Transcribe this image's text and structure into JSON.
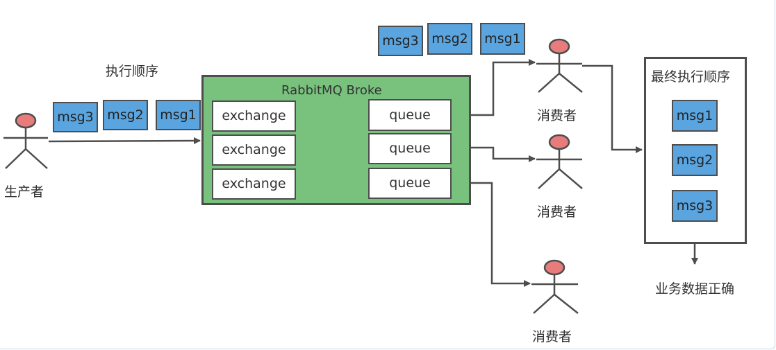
{
  "top_label": "执行顺序",
  "producer": {
    "label": "生产者"
  },
  "producer_msgs": [
    "msg3",
    "msg2",
    "msg1"
  ],
  "top_msgs": [
    "msg3",
    "msg2",
    "msg1"
  ],
  "broker": {
    "title": "RabbitMQ Broke",
    "exchange_label": "exchange",
    "queue_label": "queue"
  },
  "consumers": [
    "消费者",
    "消费者",
    "消费者"
  ],
  "final_box": {
    "title": "最终执行顺序",
    "msgs": [
      "msg1",
      "msg2",
      "msg3"
    ]
  },
  "result_label": "业务数据正确",
  "colors": {
    "msg": "#5aa5e0",
    "broker": "#78c27e",
    "head": "#e87b7b",
    "stroke": "#4d4d4d"
  }
}
